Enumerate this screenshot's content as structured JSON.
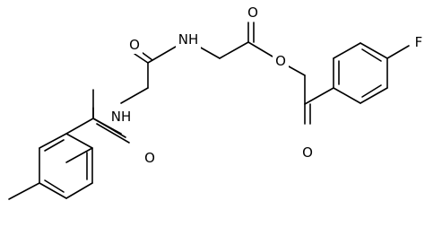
{
  "structure": {
    "atoms": {
      "fluorine": "F",
      "ketone_oxygen": "O",
      "ester_ether_oxygen": "O",
      "ester_carbonyl_oxygen": "O",
      "amide1_nitrogen": "NH",
      "amide1_oxygen": "O",
      "amide2_nitrogen": "NH",
      "amide2_oxygen": "O"
    }
  }
}
